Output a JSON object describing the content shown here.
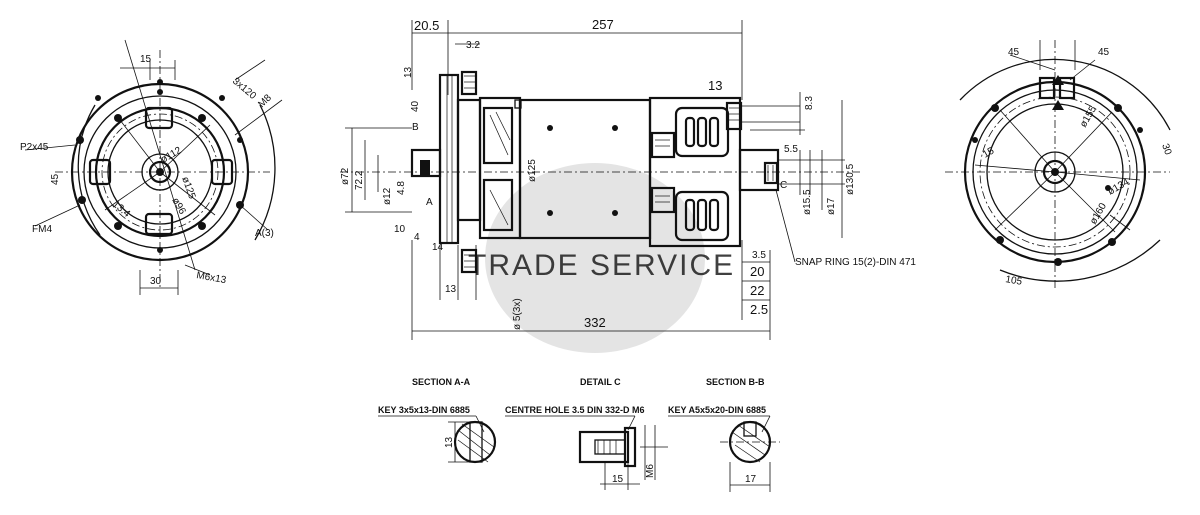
{
  "watermark": {
    "text": "TRADE SERVICE",
    "color": "#9a9a9a",
    "disc_color": "#d6d6d6"
  },
  "front_view": {
    "labels": {
      "d15": "15",
      "r3x120": "3x120",
      "thread_m8": "M8",
      "pitch_112": "ø112",
      "p2x45": "P2x45",
      "angle_45": "45",
      "angle_15": "15",
      "t13_4": "13.4",
      "d96": "ø96",
      "d125": "ø125",
      "fm4": "FM4",
      "a4": "A(3)",
      "m6x13": "M6x13",
      "d30": "30"
    }
  },
  "side_view": {
    "labels": {
      "d20_5": "20.5",
      "d3_2": "3.2",
      "d257": "257",
      "d13": "13",
      "d8_3": "8.3",
      "d40": "40",
      "d72": "ø72",
      "d72_2": "72.2",
      "d12": "ø12",
      "d4_8": "4.8",
      "d10": "10",
      "d4": "4",
      "d14": "14",
      "d125": "ø125",
      "d5_5": "5.5",
      "d15_5": "ø15.5",
      "d17": "ø17",
      "d130_5": "ø130.5",
      "d3_5": "3.5",
      "d20": "20",
      "d22": "22",
      "d2_5": "2.5",
      "d13b": "13",
      "d9_5": "ø 5(3x)",
      "d332": "332",
      "circ_c": "C",
      "marker_a": "A",
      "marker_b": "B",
      "snap_note": "SNAP RING 15(2)-DIN 471"
    }
  },
  "rear_view": {
    "labels": {
      "a45": "45",
      "a45b": "45",
      "d155": "ø155",
      "d160": "ø160",
      "d134": "ø134",
      "a105": "105",
      "a30": "30",
      "a15": "15"
    }
  },
  "sections": [
    {
      "title": "SECTION A-A",
      "note": "KEY 3x5x13-DIN 6885",
      "dim1": "13",
      "dim2": ""
    },
    {
      "title": "DETAIL C",
      "note": "CENTRE HOLE 3.5 DIN 332-D M6",
      "dim1": "15",
      "dim2": "M6"
    },
    {
      "title": "SECTION B-B",
      "note": "KEY A5x5x20-DIN 6885",
      "dim1": "17",
      "dim2": ""
    }
  ]
}
